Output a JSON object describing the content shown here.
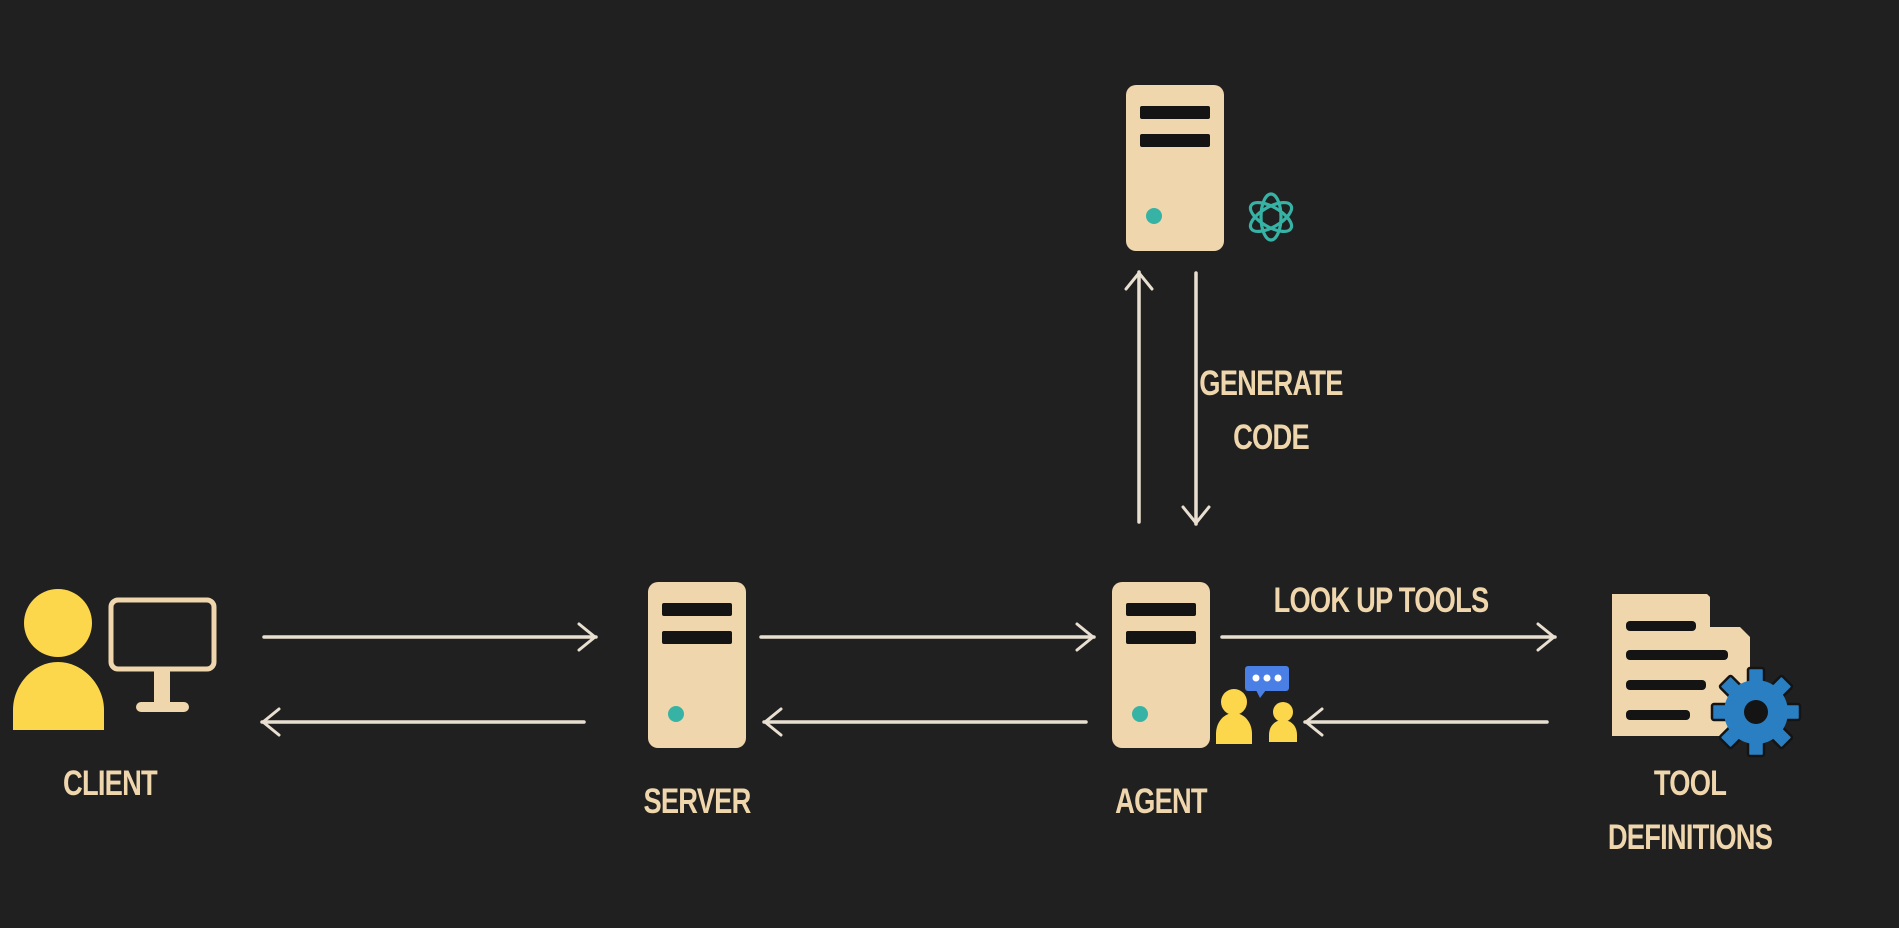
{
  "colors": {
    "background": "#202020",
    "beige": "#efd6ad",
    "yellow": "#fcd64b",
    "teal": "#37b3a6",
    "gear_blue": "#2a7fc2",
    "chat_blue": "#4a7fe6",
    "arrow": "#e9dfd0"
  },
  "labels": {
    "client": "CLIENT",
    "server": "SERVER",
    "agent": "AGENT",
    "tool_line1": "TOOL",
    "tool_line2": "DEFINITIONS",
    "generate_line1": "GENERATE",
    "generate_line2": "CODE",
    "lookup": "LOOK UP TOOLS"
  },
  "icons": {
    "client_person": "person-icon",
    "client_monitor": "monitor-icon",
    "server": "server-icon",
    "agent": "server-icon",
    "llm": "server-icon",
    "openai": "openai-logo-icon",
    "agent_chat": "people-chat-icon",
    "tool_doc": "document-icon",
    "tool_gear": "gear-icon"
  }
}
